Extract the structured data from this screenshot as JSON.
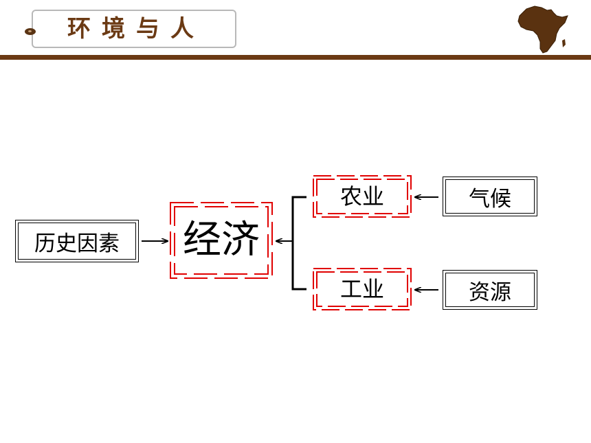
{
  "header": {
    "title": "环境与人"
  },
  "diagram": {
    "history": "历史因素",
    "economy": "经济",
    "agriculture": "农业",
    "industry": "工业",
    "climate": "气候",
    "resources": "资源"
  }
}
